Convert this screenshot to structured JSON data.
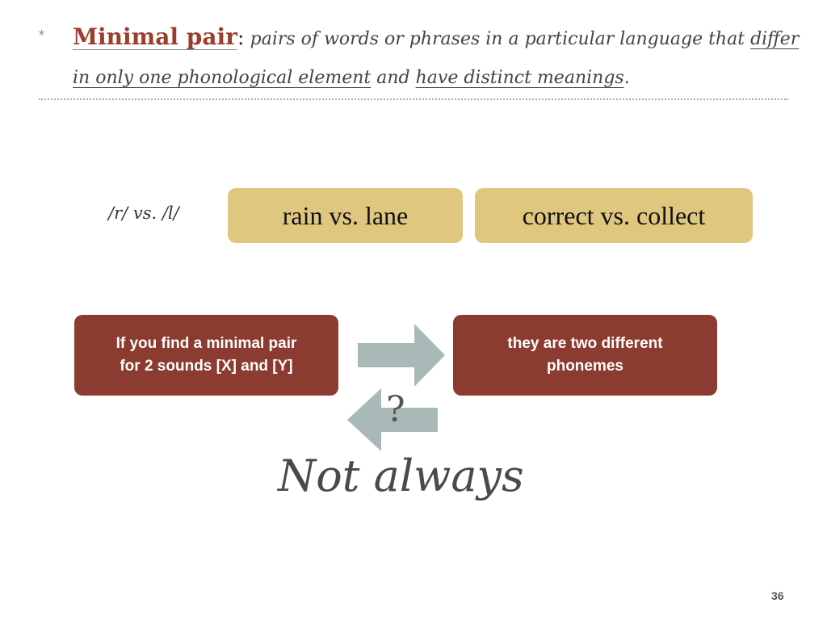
{
  "slide": {
    "bullet": "*",
    "term": "Minimal pair",
    "colon": ":",
    "definition_part1": " pairs of words or phrases in a particular language that ",
    "definition_ul1": "differ in only one phonological element",
    "definition_and": " and ",
    "definition_ul2": "have distinct meanings",
    "definition_end": ".",
    "sound_contrast": "/r/ vs. /l/",
    "example_1": "rain vs. lane",
    "example_2": "correct vs. collect",
    "condition": "If you find a minimal pair for 2 sounds [X] and [Y]",
    "condition_line1": "If you find a minimal pair",
    "condition_line2": "for 2 sounds [X] and [Y]",
    "conclusion_line1": "they are two different",
    "conclusion_line2": "phonemes",
    "question_mark": "?",
    "reverse_note": "Not always",
    "page_number": "36"
  },
  "colors": {
    "term": "#9b3e2e",
    "example_box": "#dfc780",
    "rule_box": "#8b3b2f",
    "arrow": "#a9b9b8"
  },
  "icons": {
    "forward_arrow": "arrow-right-icon",
    "reverse_arrow": "arrow-left-icon"
  }
}
